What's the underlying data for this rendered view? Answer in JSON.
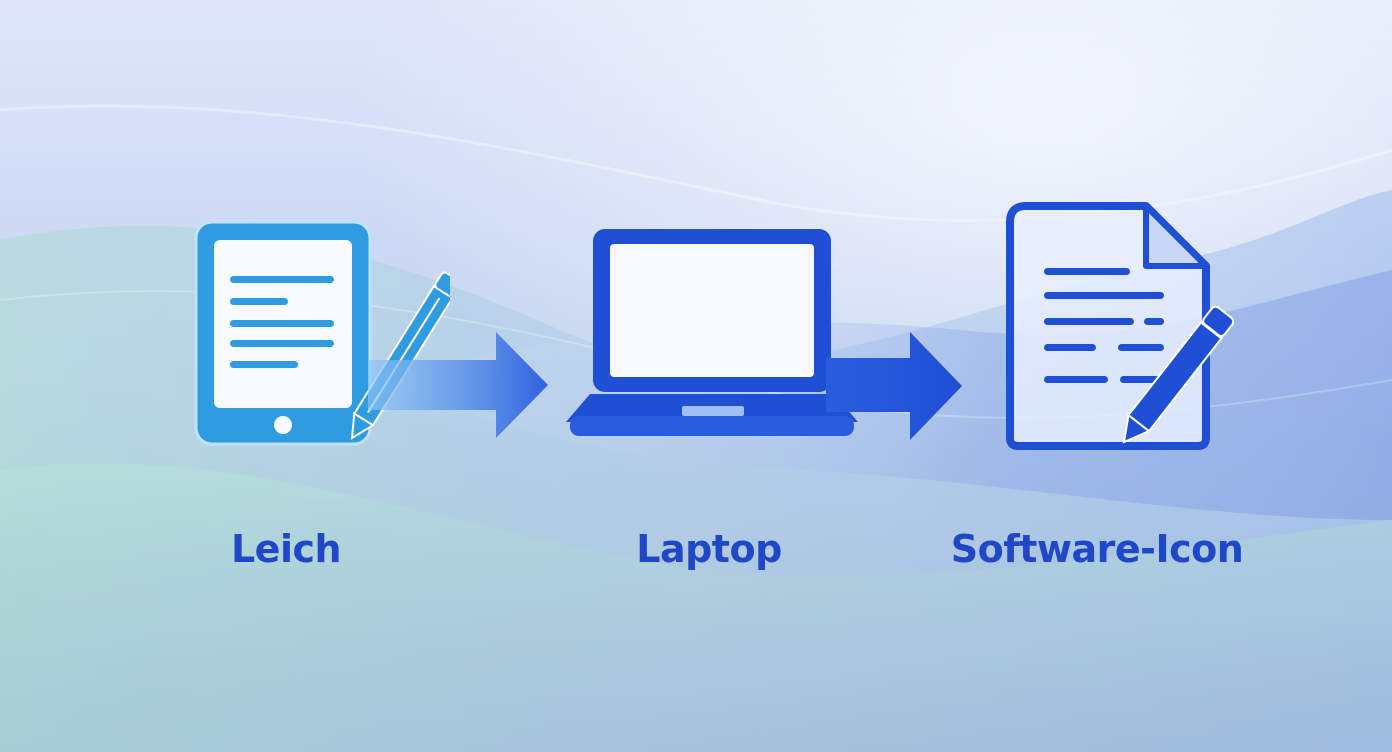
{
  "colors": {
    "primary": "#1e4fd4",
    "tablet": "#2f9be0",
    "label": "#1f47c8"
  },
  "steps": [
    {
      "label": "Leich",
      "icon": "tablet-with-pen-icon"
    },
    {
      "label": "Laptop",
      "icon": "laptop-icon"
    },
    {
      "label": "Software-Icon",
      "icon": "document-with-pencil-icon"
    }
  ],
  "connectors": [
    {
      "from": "Leich",
      "to": "Laptop"
    },
    {
      "from": "Laptop",
      "to": "Software-Icon"
    }
  ]
}
